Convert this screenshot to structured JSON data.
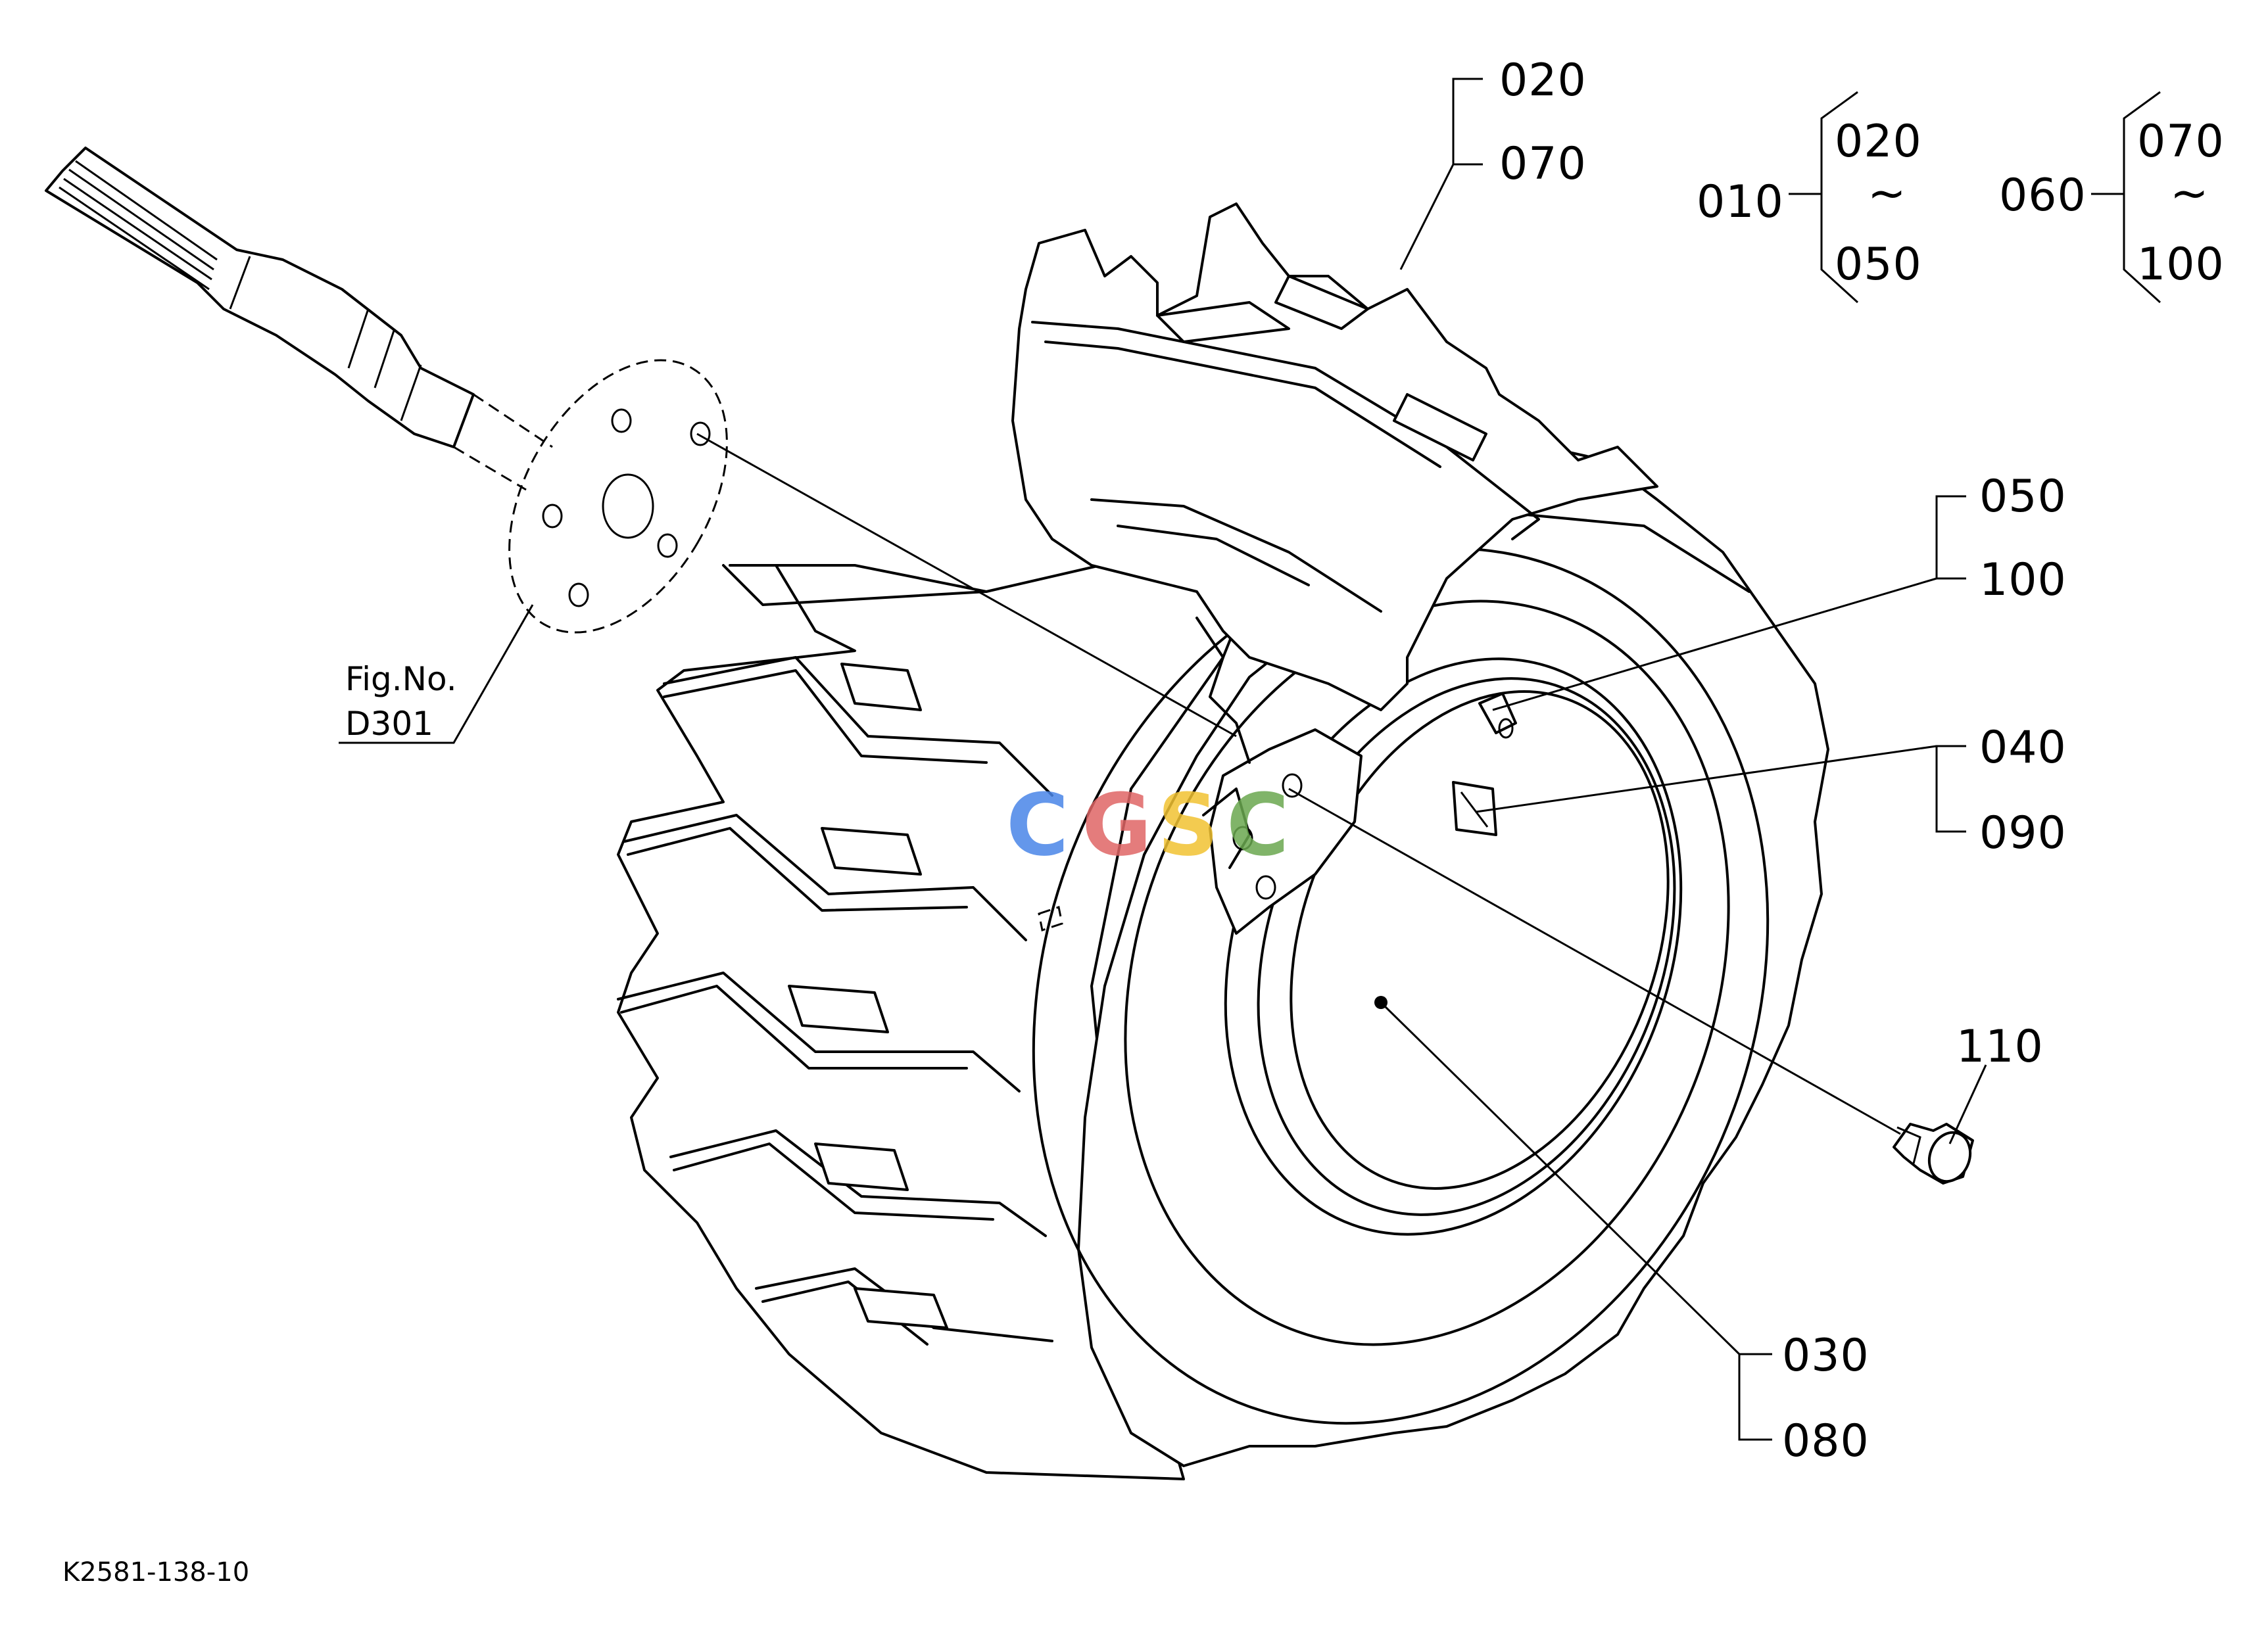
{
  "labels": {
    "p020": "020",
    "p070": "070",
    "set1_name": "010",
    "set1_from": "020",
    "set1_to": "050",
    "set2_name": "060",
    "set2_from": "070",
    "set2_to": "100",
    "p050": "050",
    "p100": "100",
    "p040": "040",
    "p090": "090",
    "p110": "110",
    "p030": "030",
    "p080": "080",
    "fig_line1": "Fig.No.",
    "fig_line2": "D301",
    "range_symbol": "~"
  },
  "drawing_id": "K2581-138-10",
  "watermark": {
    "letters": [
      "C",
      "G",
      "S",
      "C"
    ],
    "colors": [
      "#4a86e8",
      "#e06666",
      "#f1c232",
      "#6aa84f"
    ]
  }
}
